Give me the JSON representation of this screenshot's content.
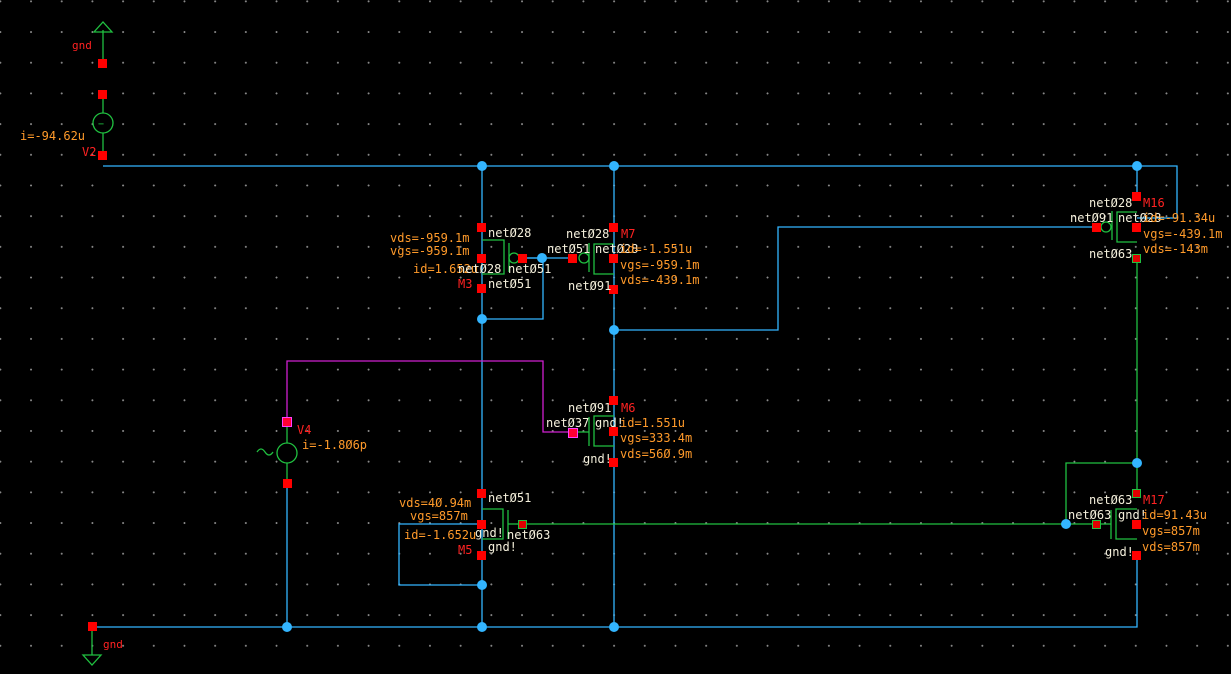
{
  "schematic": {
    "colors": {
      "wire": "#33b5ff",
      "symbol": "#20c040",
      "pin": "#ff0000",
      "net_label": "#f5f0dc",
      "instance_label": "#ff2222",
      "annotation": "#ff9a2a",
      "magenta_wire": "#d020d0"
    },
    "sources": {
      "V2": {
        "name": "V2",
        "current": "i=-94.62u",
        "ground_label": "gnd"
      },
      "V4": {
        "name": "V4",
        "current": "i=-1.806p"
      }
    },
    "ground_bottom": "gnd",
    "transistors": {
      "M3": {
        "name": "M3",
        "vds": "vds=-959.1m",
        "vgs": "vgs=-959.1m",
        "id": "id=1.652u",
        "nets": {
          "drain": "net028",
          "gate": "net051",
          "body": "net028",
          "source": "net051"
        }
      },
      "M7": {
        "name": "M7",
        "id": "id=-1.551u",
        "vgs": "vgs=-959.1m",
        "vds": "vds=-439.1m",
        "nets": {
          "top": "net028",
          "gate": "net051",
          "body": "net028",
          "bottom": "net091"
        }
      },
      "M16": {
        "name": "M16",
        "id": "id=-91.34u",
        "vgs": "vgs=-439.1m",
        "vds": "vds=-143m",
        "nets": {
          "top": "net028",
          "gate": "net091",
          "body": "net028",
          "bottom": "net063"
        }
      },
      "M6": {
        "name": "M6",
        "id": "id=1.551u",
        "vgs": "vgs=333.4m",
        "vds": "vds=560.9m",
        "nets": {
          "top": "net091",
          "gate": "net037",
          "body": "gnd!",
          "bottom": "gnd!"
        }
      },
      "M5": {
        "name": "M5",
        "vds": "vds=40.94m",
        "vgs": "vgs=857m",
        "id": "id=-1.652u",
        "nets": {
          "top": "net051",
          "gate": "net063",
          "body": "gnd!",
          "bottom": "gnd!"
        }
      },
      "M17": {
        "name": "M17",
        "id": "id=91.43u",
        "vgs": "vgs=857m",
        "vds": "vds=857m",
        "nets": {
          "top": "net063",
          "gate": "net063",
          "body": "gnd!",
          "bottom": "gnd!"
        }
      }
    }
  }
}
